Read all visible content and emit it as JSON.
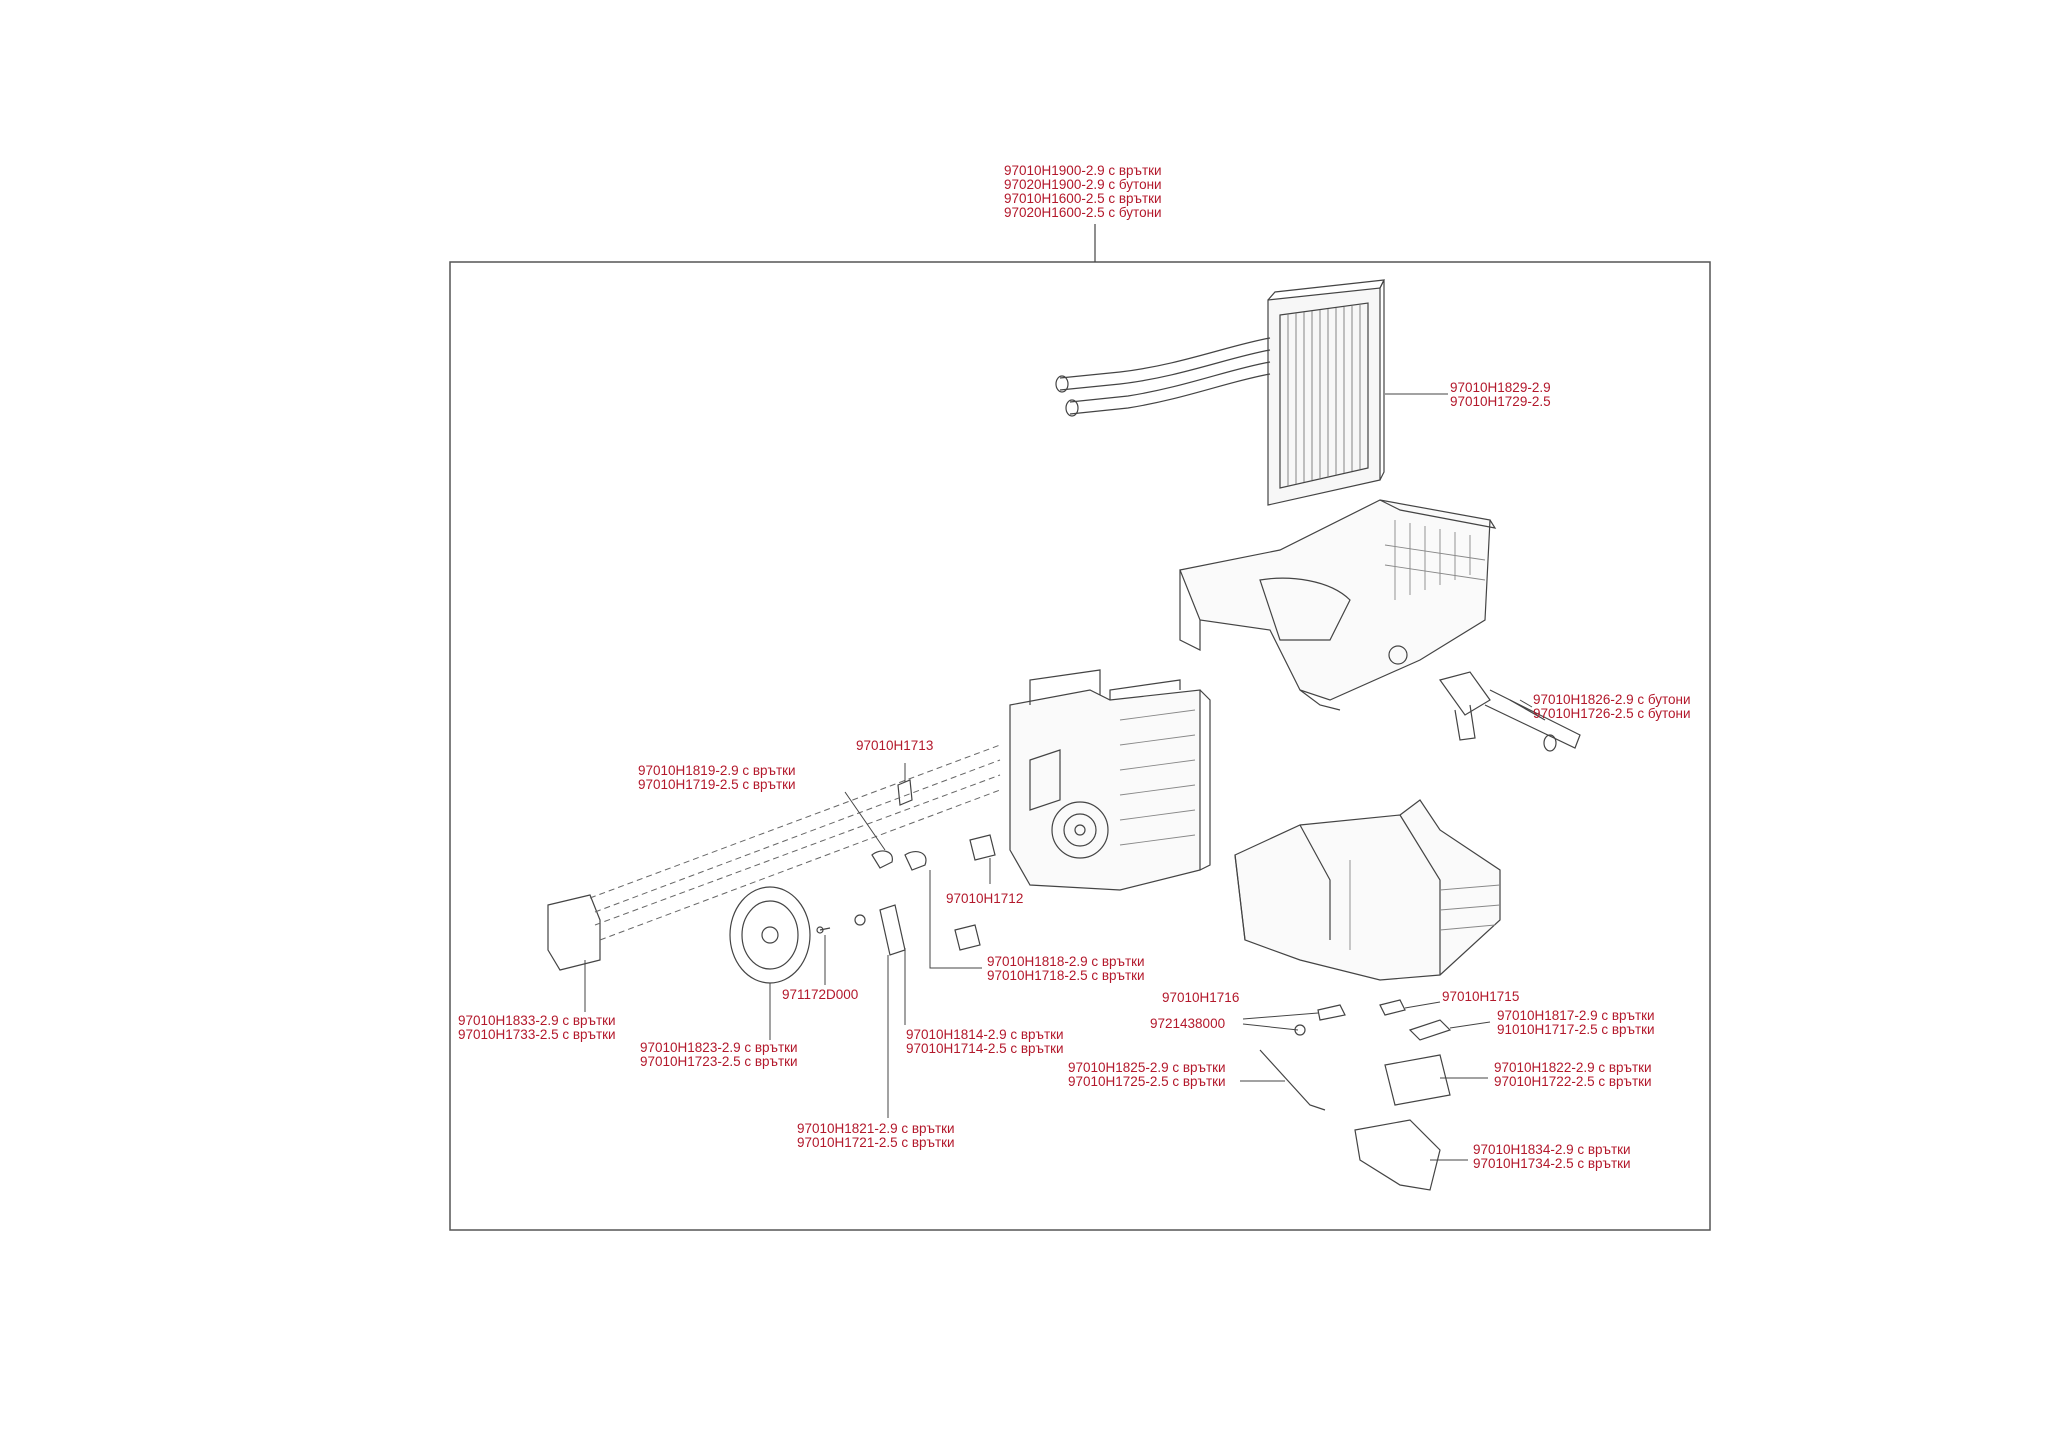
{
  "title_block": {
    "lines": [
      "97010H1900-2.9 с врътки",
      "97020H1900-2.9 с бутони",
      "97010H1600-2.5 с врътки",
      "97020H1600-2.5 с бутони"
    ]
  },
  "callouts": {
    "heater_core": [
      "97010H1829-2.9",
      "97010H1729-2.5"
    ],
    "pipe_assembly": [
      "97010H1826-2.9 с бутони",
      "97010H1726-2.5 с бутони"
    ],
    "part_h1713": [
      "97010H1713"
    ],
    "lever_h1819": [
      "97010H1819-2.9 с врътки",
      "97010H1719-2.5 с врътки"
    ],
    "part_h1712": [
      "97010H1712"
    ],
    "arm_h1818": [
      "97010H1818-2.9 с врътки",
      "97010H1718-2.5 с врътки"
    ],
    "actuator_h1833": [
      "97010H1833-2.9 с врътки",
      "97010H1733-2.5 с врътки"
    ],
    "screw_971172d000": [
      "971172D000"
    ],
    "gear_h1823": [
      "97010H1823-2.9 с врътки",
      "97010H1723-2.5 с врътки"
    ],
    "link_h1814": [
      "97010H1814-2.9 с врътки",
      "97010H1714-2.5 с врътки"
    ],
    "link_h1821": [
      "97010H1821-2.9 с врътки",
      "97010H1721-2.5 с врътки"
    ],
    "part_h1716": [
      "97010H1716"
    ],
    "clip_9721438000": [
      "9721438000"
    ],
    "part_h1715": [
      "97010H1715"
    ],
    "lever_h1817": [
      "97010H1817-2.9 с врътки",
      "91010H1717-2.5 с врътки"
    ],
    "rod_h1825": [
      "97010H1825-2.9 с врътки",
      "97010H1725-2.5 с врътки"
    ],
    "plate_h1822": [
      "97010H1822-2.9 с врътки",
      "97010H1722-2.5 с врътки"
    ],
    "actuator_h1834": [
      "97010H1834-2.9 с врътки",
      "97010H1734-2.5 с врътки"
    ]
  },
  "colors": {
    "label": "#b3182b",
    "line": "#444444",
    "frame": "#555555"
  }
}
